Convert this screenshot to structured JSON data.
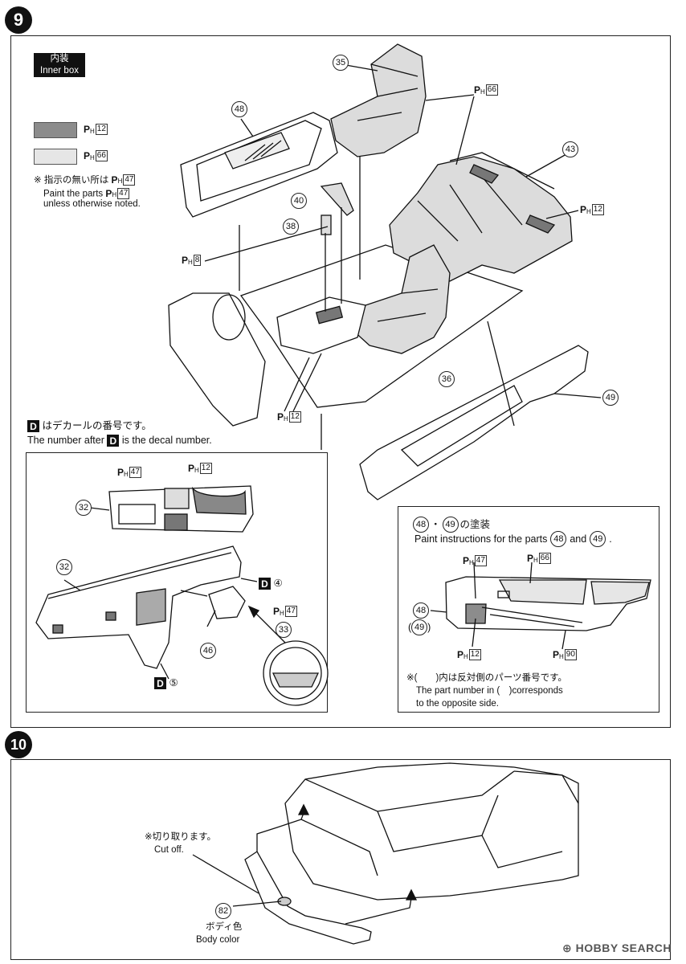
{
  "steps": {
    "step9": "9",
    "step10": "10"
  },
  "step9": {
    "inner_box": {
      "jp": "内装",
      "en": "Inner box"
    },
    "paint_legend": [
      {
        "code": "12",
        "color": "#8c8c8c"
      },
      {
        "code": "66",
        "color": "#e6e6e6"
      }
    ],
    "default_note": {
      "jp_prefix": "※ 指示の無い所は",
      "jp_code": "47",
      "en_prefix": "Paint the parts",
      "en_code": "47",
      "en_line2": "unless otherwise noted."
    },
    "decal_note": {
      "jp": "はデカールの番号です。",
      "en_before": "The number after",
      "en_after": "is the decal number."
    },
    "parts": {
      "p35": "35",
      "p48": "48",
      "p40": "40",
      "p38": "38",
      "p43": "43",
      "p36": "36",
      "p49": "49",
      "p32a": "32",
      "p32b": "32",
      "p46": "46",
      "p33": "33"
    },
    "paint_codes": {
      "seat_top": "66",
      "rear_right": "12",
      "lever": "8",
      "console": "12",
      "panel_left": "47",
      "panel_right": "12",
      "wheel": "47"
    },
    "decals": {
      "d4": "④",
      "d5": "⑤",
      "letter": "D"
    },
    "door_panel_box": {
      "title_jp": "の塗装",
      "title_sep": "・",
      "instructions_before": "Paint instructions for the parts",
      "instructions_and": "and",
      "instructions_end": ".",
      "p48": "48",
      "p49": "49",
      "codes": {
        "top_left": "47",
        "top_right": "66",
        "bottom_left": "12",
        "bottom_right": "90"
      },
      "note_jp": "※(　　)内は反対側のパーツ番号です。",
      "note_en1": "The part number in (　)corresponds",
      "note_en2": "to the opposite side."
    }
  },
  "step10": {
    "cut_off": {
      "jp": "※切り取ります。",
      "en": "Cut off."
    },
    "part": "82",
    "body_color": {
      "jp": "ボディ色",
      "en": "Body color"
    }
  },
  "watermark": "HOBBY SEARCH",
  "colors": {
    "ink": "#111111",
    "dark_gray": "#8c8c8c",
    "light_gray": "#e6e6e6",
    "seat_fill": "#dcdcdc"
  },
  "icons": [
    "step-badge",
    "paint-code",
    "decal-box",
    "part-number-circle"
  ]
}
